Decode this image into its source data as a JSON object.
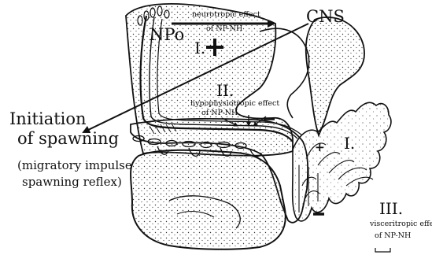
{
  "diagram": {
    "labels": {
      "neurotropic_effect_line1": "neurotropic effect",
      "neurotropic_effect_line2": "of NP-NH",
      "npo": "NPo",
      "cns": "CNS",
      "region_one_top": "I.",
      "plus_top": "+",
      "region_two": "II.",
      "hypophysiotropic_line1": "hypophysiotropic effect",
      "hypophysiotropic_line2": "of NP-NH",
      "minus_mid": "-",
      "initiation_line1": "Initiation",
      "initiation_line2": "of spawning",
      "migratory_line1": "(migratory impulse",
      "migratory_line2": "spawning reflex)",
      "region_one_right": "I.",
      "plus_right": "+",
      "minus_bottom": "-",
      "region_three": "III.",
      "visceritropic_line1": "visceritropic effect",
      "visceritropic_line2": "of NP-NH"
    },
    "colors": {
      "ink": "#111111",
      "paper": "#ffffff"
    }
  }
}
